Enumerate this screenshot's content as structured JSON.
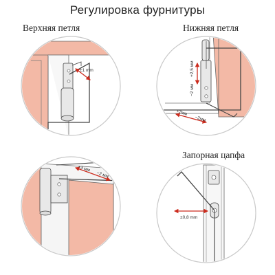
{
  "title": "Регулировка фурнитуры",
  "sections": {
    "top_hinge": {
      "label": "Верхняя петля",
      "adj": "±1 mm"
    },
    "bottom_hinge": {
      "label": "Нижняя петля",
      "adj_vertical_up": "+2,5 мм",
      "adj_vertical_down": "−2 мм",
      "adj_horizontal_left": "+2мм",
      "adj_horizontal_right": "−2мм"
    },
    "side_hinge": {
      "adj_left": "+3 мм",
      "adj_right": "−2 мм"
    },
    "locking_pin": {
      "label": "Запорная цапфа",
      "adj": "±0,8 mm"
    }
  },
  "colors": {
    "wall": "#f3b9a6",
    "arrow": "#cc2b1d",
    "line": "#444444",
    "metal": "#e8e8e8"
  }
}
